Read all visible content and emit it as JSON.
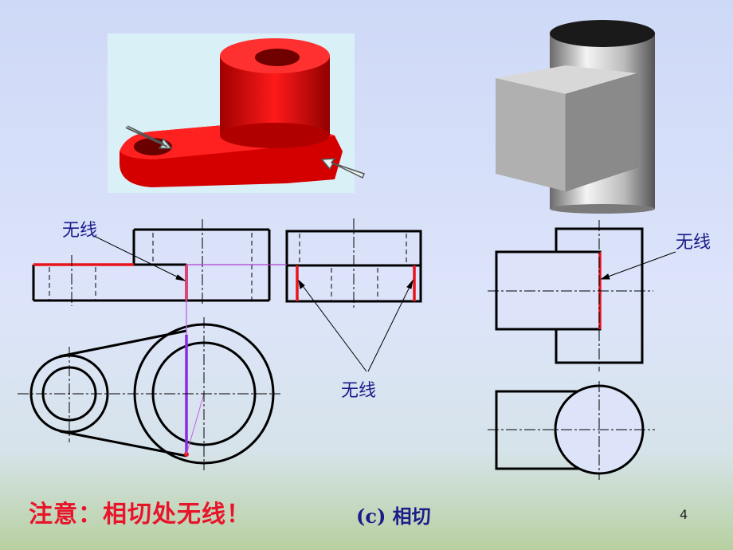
{
  "labels": [
    "无线",
    "无线",
    "无线"
  ],
  "note": "注意：相切处无线！",
  "caption": "(c) 相切",
  "page_number": "4",
  "colors": {
    "tangent_edge": "#e8141c",
    "projection_line": "#b040d0",
    "label_text": "#1b1b8a",
    "note_text": "#e8141c"
  }
}
